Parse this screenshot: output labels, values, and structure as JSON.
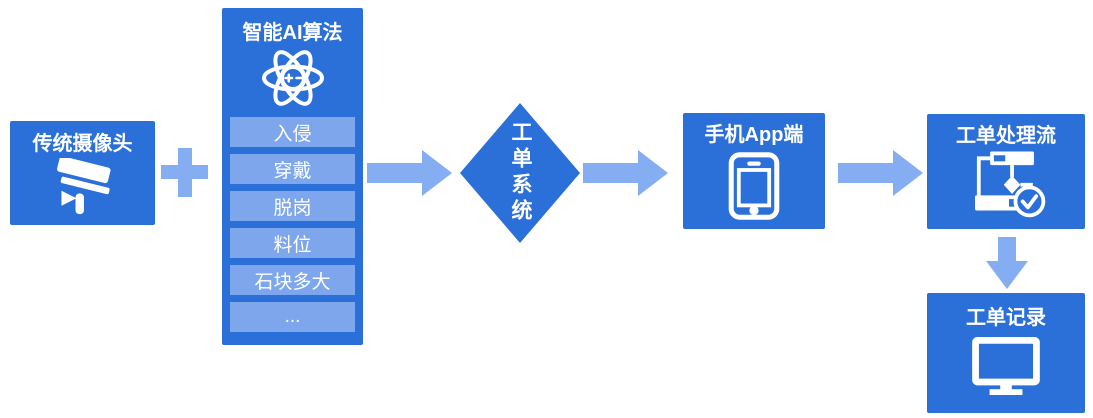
{
  "palette": {
    "primary-blue": "#2b6fd8",
    "light-blue": "#85aef2",
    "item-blue": "#7da6ec",
    "text-white": "#ffffff"
  },
  "diagram": {
    "camera": {
      "title": "传统摄像头",
      "icon": "cctv-camera"
    },
    "plus_symbol": "+",
    "ai": {
      "title": "智能AI算法",
      "icon": "atom-algorithm",
      "items": [
        "入侵",
        "穿戴",
        "脱岗",
        "料位",
        "石块多大",
        "..."
      ]
    },
    "work_order_system": {
      "title": "工单系统"
    },
    "mobile_app": {
      "title": "手机App端",
      "icon": "smartphone"
    },
    "work_order_flow": {
      "title": "工单处理流",
      "icon": "workflow-check"
    },
    "work_order_records": {
      "title": "工单记录",
      "icon": "desktop-monitor"
    }
  }
}
